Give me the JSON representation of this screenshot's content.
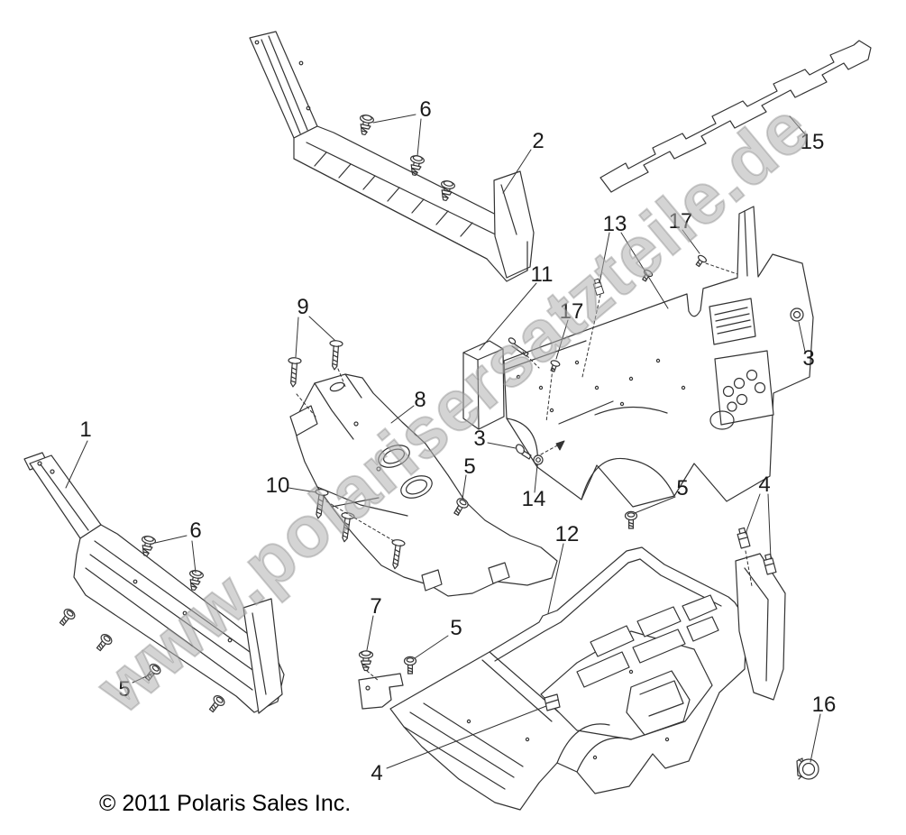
{
  "watermark": {
    "text": "www.polarisersatzteile.de"
  },
  "copyright": {
    "text": "© 2011 Polaris Sales Inc."
  },
  "colors": {
    "line": "#333333",
    "watermark_fill": "#b1b1b1",
    "watermark_edge": "#878787",
    "label_text": "#1a1a1a",
    "background": "#ffffff"
  },
  "callouts": [
    {
      "label": "1"
    },
    {
      "label": "2"
    },
    {
      "label": "15"
    },
    {
      "label": "6"
    },
    {
      "label": "13"
    },
    {
      "label": "17"
    },
    {
      "label": "11"
    },
    {
      "label": "17"
    },
    {
      "label": "9"
    },
    {
      "label": "3"
    },
    {
      "label": "8"
    },
    {
      "label": "3"
    },
    {
      "label": "5"
    },
    {
      "label": "10"
    },
    {
      "label": "14"
    },
    {
      "label": "4"
    },
    {
      "label": "5"
    },
    {
      "label": "6"
    },
    {
      "label": "12"
    },
    {
      "label": "7"
    },
    {
      "label": "5"
    },
    {
      "label": "5"
    },
    {
      "label": "16"
    },
    {
      "label": "4"
    }
  ]
}
